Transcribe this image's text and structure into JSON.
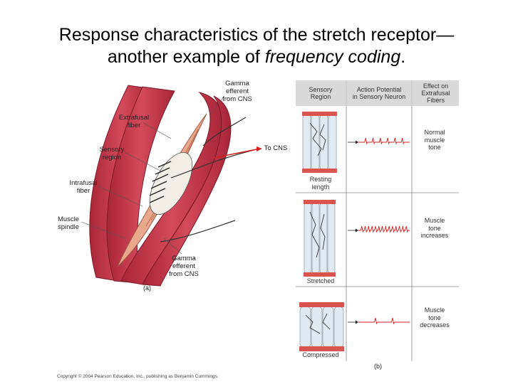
{
  "title": {
    "line1": "Response characteristics of the stretch receptor—",
    "line2_prefix": "another example of ",
    "line2_italic": "frequency coding",
    "line2_suffix": "."
  },
  "panel_a": {
    "label": "(a)",
    "labels": {
      "gamma_top": [
        "Gamma",
        "efferent",
        "from CNS"
      ],
      "extrafusal": [
        "Extrafusal",
        "fiber"
      ],
      "sensory_region": [
        "Sensory",
        "region"
      ],
      "to_cns": "To CNS",
      "intrafusal": [
        "Intrafusal",
        "fiber"
      ],
      "spindle": [
        "Muscle",
        "spindle"
      ],
      "gamma_bottom": [
        "Gamma",
        "efferent",
        "from CNS"
      ]
    }
  },
  "panel_b": {
    "label": "(b)",
    "headers": [
      [
        "Sensory",
        "Region"
      ],
      [
        "Action Potential",
        "in Sensory Neuron"
      ],
      [
        "Effect on",
        "Extrafusal",
        "Fibers"
      ]
    ],
    "rows": [
      {
        "state": [
          "Resting",
          "length"
        ],
        "effect": [
          "Normal",
          "muscle",
          "tone"
        ],
        "spike_count": 6
      },
      {
        "state": [
          "Stretched"
        ],
        "effect": [
          "Muscle",
          "tone",
          "increases"
        ],
        "spike_count": 14
      },
      {
        "state": [
          "Compressed"
        ],
        "effect": [
          "Muscle",
          "tone",
          "decreases"
        ],
        "spike_count": 2
      }
    ]
  },
  "footer": "Copyright © 2004 Pearson Education, Inc., publishing as Benjamin Cummings.",
  "colors": {
    "muscle": "#c8384a",
    "muscle_dark": "#9e2233",
    "spindle": "#e8a58a",
    "arrow": "#d42020",
    "header": "#d9d9d9"
  }
}
